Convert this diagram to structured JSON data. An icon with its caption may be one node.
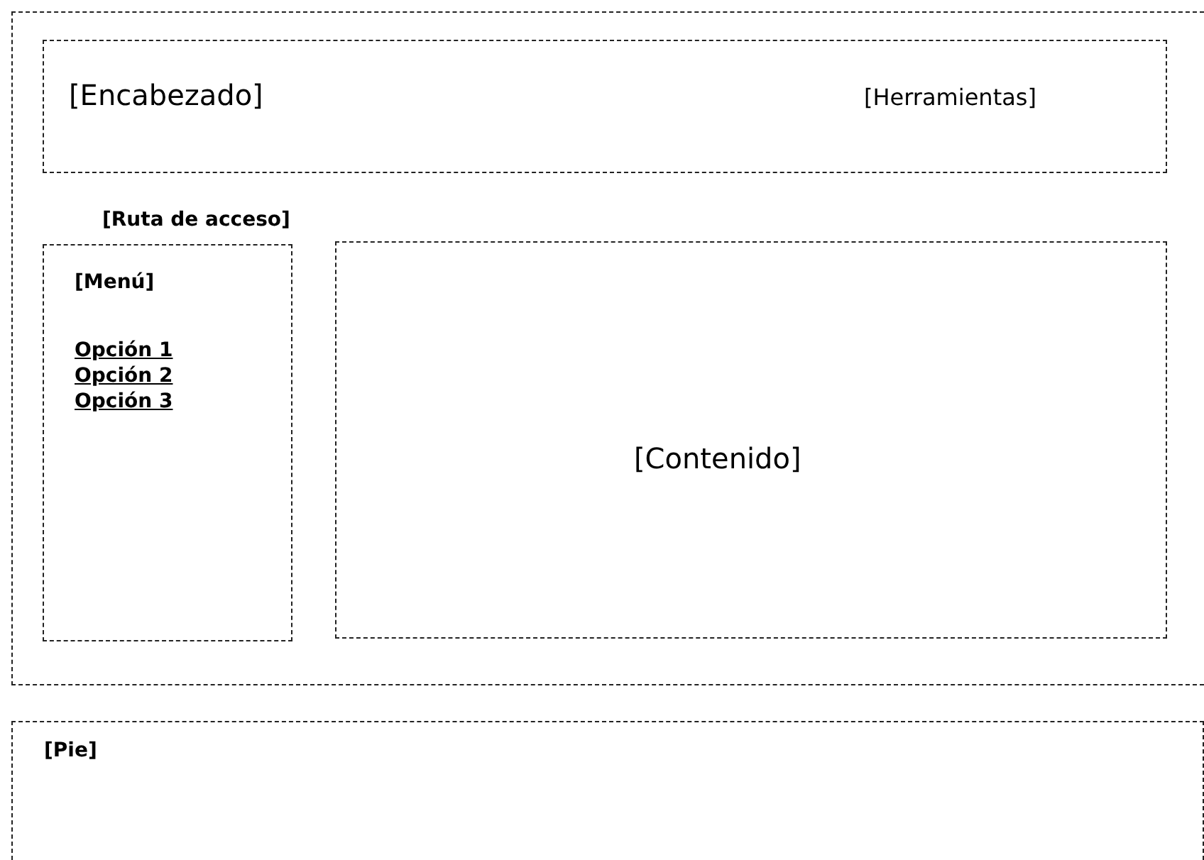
{
  "diagram": {
    "nodes": [
      {
        "text": [],
        "shape": "box"
      },
      {
        "text": [
          "[Encabezado]",
          "[Herramientas]"
        ],
        "in": 0
      },
      {
        "text": [
          "[Menú]",
          "Opción 1",
          "Opción 2",
          "Opción 3"
        ],
        "in": 0
      },
      {
        "text": [
          "[Contenido]"
        ],
        "in": 0
      },
      {
        "text": [
          "[Pie]"
        ]
      }
    ],
    "edges": [],
    "labels": [
      "[Ruta de acceso]"
    ]
  }
}
